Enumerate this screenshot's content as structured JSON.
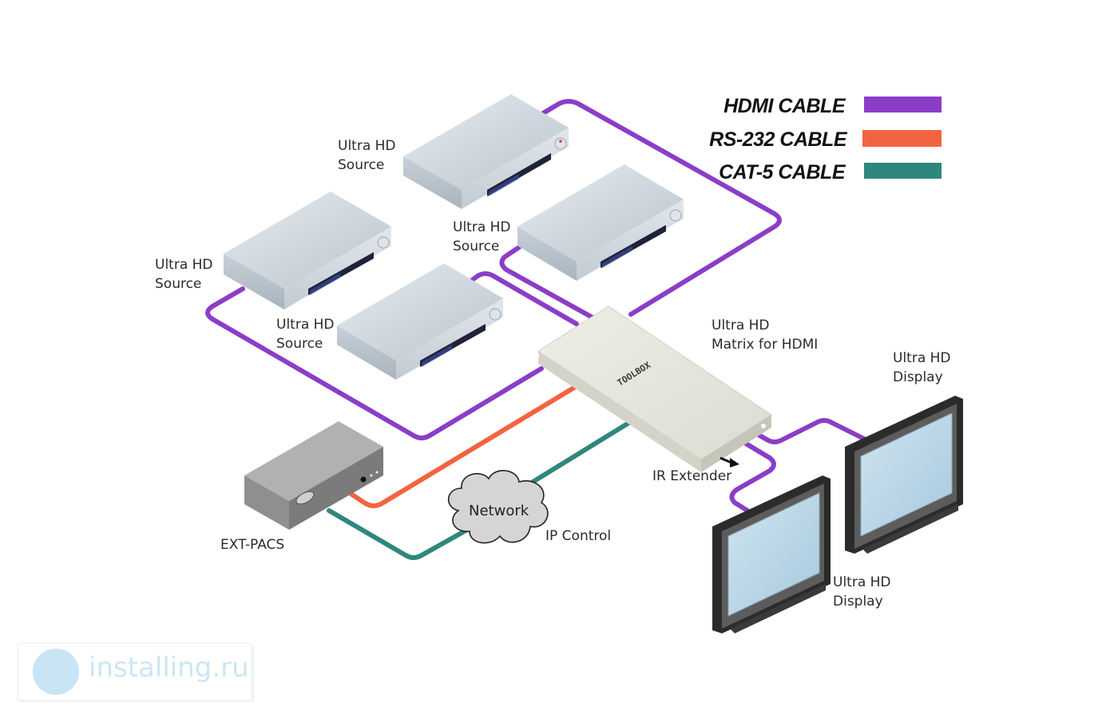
{
  "legend": {
    "items": [
      {
        "label": "HDMI CABLE",
        "color": "#8b3dc8"
      },
      {
        "label": "RS-232 CABLE",
        "color": "#f26440"
      },
      {
        "label": "CAT-5 CABLE",
        "color": "#2f877c"
      }
    ]
  },
  "devices": {
    "source_1": "Ultra HD Source",
    "source_2": "Ultra HD Source",
    "source_3": "Ultra HD Source",
    "source_4": "Ultra HD Source",
    "matrix": "Ultra HD Matrix for HDMI",
    "matrix_brand": "TOOLBOX",
    "display_1": "Ultra HD Display",
    "display_2": "Ultra HD Display",
    "ext_pacs": "EXT-PACS",
    "network": "Network",
    "ip_control": "IP Control",
    "ir_extender": "IR Extender"
  },
  "labels": {
    "source_1": [
      "Ultra HD",
      "Source"
    ],
    "source_2": [
      "Ultra HD",
      "Source"
    ],
    "source_3": [
      "Ultra HD",
      "Source"
    ],
    "source_4": [
      "Ultra HD",
      "Source"
    ],
    "matrix": [
      "Ultra HD",
      "Matrix for HDMI"
    ],
    "display_1": [
      "Ultra HD",
      "Display"
    ],
    "display_2": [
      "Ultra HD",
      "Display"
    ]
  },
  "watermark": {
    "text": "installing.ru"
  }
}
